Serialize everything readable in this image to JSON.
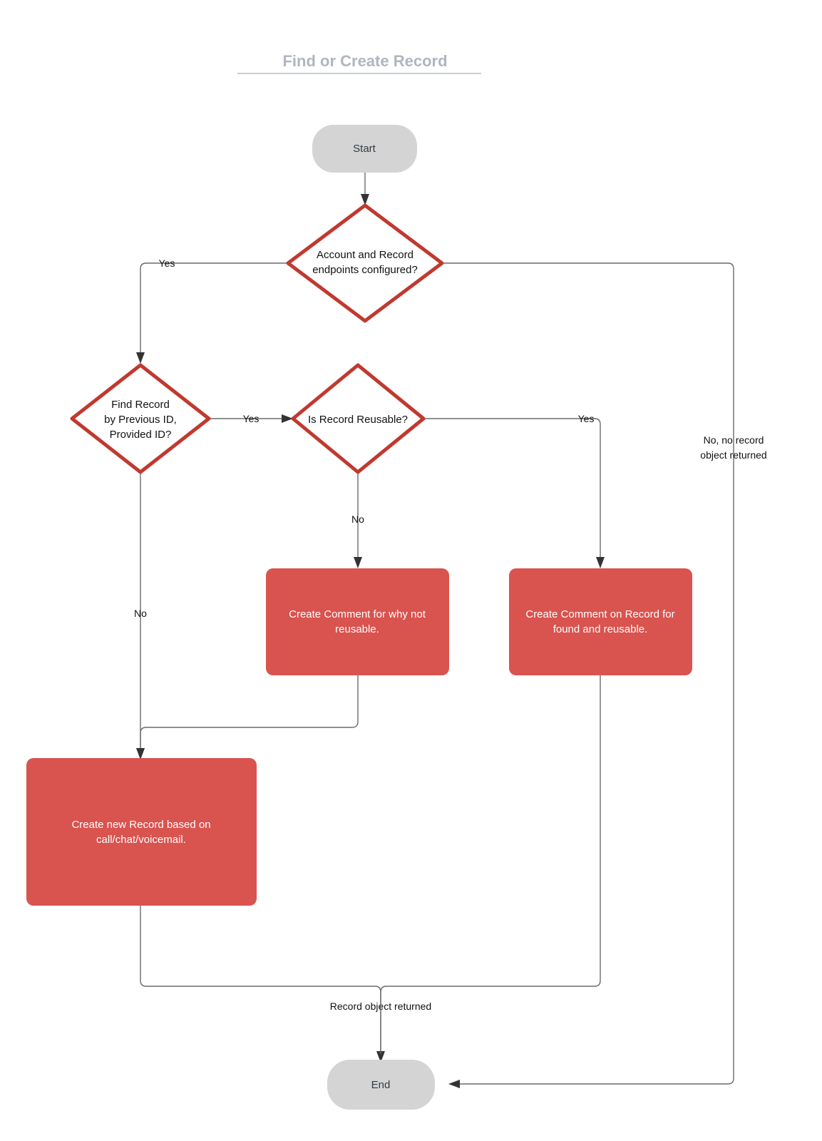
{
  "diagram": {
    "title": "Find or Create Record",
    "type": "flowchart",
    "colors": {
      "process_fill": "#d9534f",
      "decision_stroke": "#c0392f",
      "terminal_fill": "#d4d4d4",
      "edge_stroke": "#6b6b6b",
      "title_color": "#b0b5c0",
      "process_text": "#ffffff",
      "node_text": "#111111"
    },
    "nodes": [
      {
        "id": "start",
        "shape": "terminal",
        "label": "Start"
      },
      {
        "id": "endpoints-configured",
        "shape": "decision",
        "label_line1": "Account and Record",
        "label_line2": "endpoints configured?"
      },
      {
        "id": "find-record",
        "shape": "decision",
        "label_line1": "Find Record",
        "label_line2": "by Previous ID,",
        "label_line3": "Provided ID?"
      },
      {
        "id": "record-reusable",
        "shape": "decision",
        "label_line1": "Is Record Reusable?"
      },
      {
        "id": "comment-why-not-reusable",
        "shape": "process",
        "label_line1": "Create Comment for why not",
        "label_line2": "reusable."
      },
      {
        "id": "comment-found-reusable",
        "shape": "process",
        "label_line1": "Create Comment on Record for",
        "label_line2": "found and reusable."
      },
      {
        "id": "create-new-record",
        "shape": "process",
        "label_line1": "Create new Record based on",
        "label_line2": "call/chat/voicemail."
      },
      {
        "id": "end",
        "shape": "terminal",
        "label": "End"
      }
    ],
    "edges": [
      {
        "id": "start-to-endpoints",
        "from": "start",
        "to": "endpoints-configured",
        "label": ""
      },
      {
        "id": "endpoints-yes",
        "from": "endpoints-configured",
        "to": "find-record",
        "label": "Yes"
      },
      {
        "id": "endpoints-no",
        "from": "endpoints-configured",
        "to": "end",
        "label_line1": "No, no record",
        "label_line2": "object returned"
      },
      {
        "id": "find-yes",
        "from": "find-record",
        "to": "record-reusable",
        "label": "Yes"
      },
      {
        "id": "find-no",
        "from": "find-record",
        "to": "create-new-record",
        "label": "No"
      },
      {
        "id": "reusable-no",
        "from": "record-reusable",
        "to": "comment-why-not-reusable",
        "label": "No"
      },
      {
        "id": "reusable-yes",
        "from": "record-reusable",
        "to": "comment-found-reusable",
        "label": "Yes"
      },
      {
        "id": "comment-not-reusable-to-create",
        "from": "comment-why-not-reusable",
        "to": "create-new-record",
        "label": ""
      },
      {
        "id": "create-to-end",
        "from": "create-new-record",
        "to": "end",
        "label": "Record object returned"
      },
      {
        "id": "comment-reusable-to-end",
        "from": "comment-found-reusable",
        "to": "end",
        "label": ""
      }
    ]
  }
}
